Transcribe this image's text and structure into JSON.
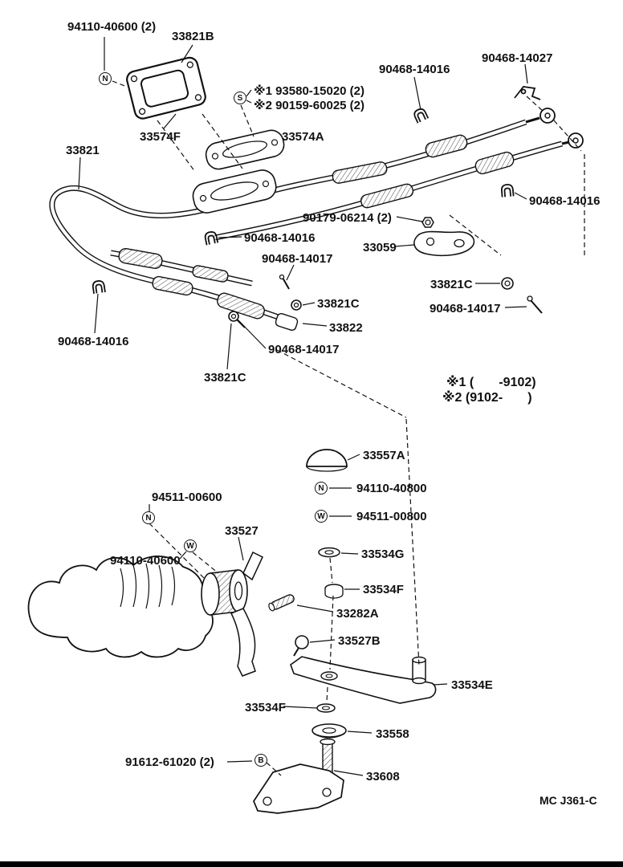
{
  "labels": {
    "nut_94110_40600_top": "94110-40600 (2)",
    "p33821B": "33821B",
    "p33574F": "33574F",
    "p33821": "33821",
    "ref1_93580_15020": "※1 93580-15020 (2)",
    "ref2_90159_60025": "※2 90159-60025 (2)",
    "p33574A": "33574A",
    "clip_90468_14016_top": "90468-14016",
    "p90468_14027": "90468-14027",
    "clip_90468_14016_right": "90468-14016",
    "p90179_06214": "90179-06214 (2)",
    "p33059": "33059",
    "clip_90468_14016_mid": "90468-14016",
    "pin_90468_14017_mid": "90468-14017",
    "p33821C_right": "33821C",
    "pin_90468_14017_right": "90468-14017",
    "p33821C_mid": "33821C",
    "p33822": "33822",
    "clip_90468_14016_left": "90468-14016",
    "pin_90468_14017_low": "90468-14017",
    "p33821C_low": "33821C",
    "p33557A": "33557A",
    "p94110_40800": "94110-40800",
    "p94511_00800": "94511-00800",
    "p94511_00600": "94511-00600",
    "p33527": "33527",
    "p94110_40600_low": "94110-40600",
    "p33534G": "33534G",
    "p33534F_up": "33534F",
    "p33282A": "33282A",
    "p33527B": "33527B",
    "p33534E": "33534E",
    "p33534F_low": "33534F",
    "p33558": "33558",
    "p91612_61020": "91612-61020 (2)",
    "p33608": "33608"
  },
  "note": {
    "line1": "※1 (       -9102)",
    "line2": "※2 (9102-       )"
  },
  "symbols": {
    "N": "N",
    "S": "S",
    "W": "W",
    "B": "B"
  },
  "footer": {
    "code": "MC J361-C"
  }
}
